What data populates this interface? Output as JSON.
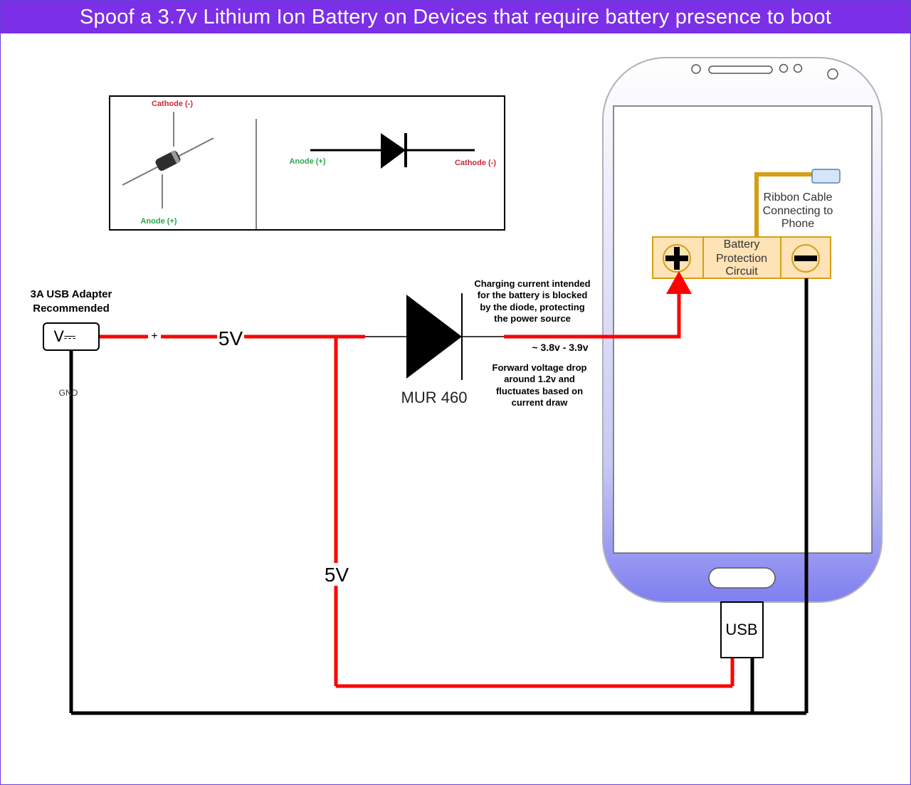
{
  "title": "Spoof a 3.7v Lithium Ion Battery on Devices that require battery presence to boot",
  "inset": {
    "cathode_top": "Cathode (-)",
    "anode_bottom": "Anode (+)",
    "anode_left": "Anode (+)",
    "cathode_right": "Cathode (-)"
  },
  "adapter": {
    "caption_line1": "3A USB Adapter",
    "caption_line2": "Recommended",
    "symbol": "V⎓",
    "plus": "+",
    "gnd": "GND"
  },
  "wires": {
    "top_label": "5V",
    "vertical_label": "5V"
  },
  "diode": {
    "part": "MUR 460",
    "note_top_1": "Charging current intended",
    "note_top_2": "for the battery is blocked",
    "note_top_3": "by the diode, protecting",
    "note_top_4": "the power source",
    "output_voltage": "~ 3.8v - 3.9v",
    "note_bottom_1": "Forward voltage drop",
    "note_bottom_2": "around 1.2v and",
    "note_bottom_3": "fluctuates based on",
    "note_bottom_4": "current draw"
  },
  "phone": {
    "ribbon_line1": "Ribbon Cable",
    "ribbon_line2": "Connecting to",
    "ribbon_line3": "Phone",
    "bpc_line1": "Battery",
    "bpc_line2": "Protection",
    "bpc_line3": "Circuit",
    "usb": "USB"
  },
  "colors": {
    "title_bg": "#7b2fe6",
    "positive_wire": "#ff0000",
    "ground_wire": "#000000",
    "ribbon": "#d69e13",
    "bpc_fill": "#fde3b5",
    "anode_text": "#2aa84a",
    "cathode_text": "#d0283a",
    "phone_gradient_bottom": "#7f7ff0"
  }
}
